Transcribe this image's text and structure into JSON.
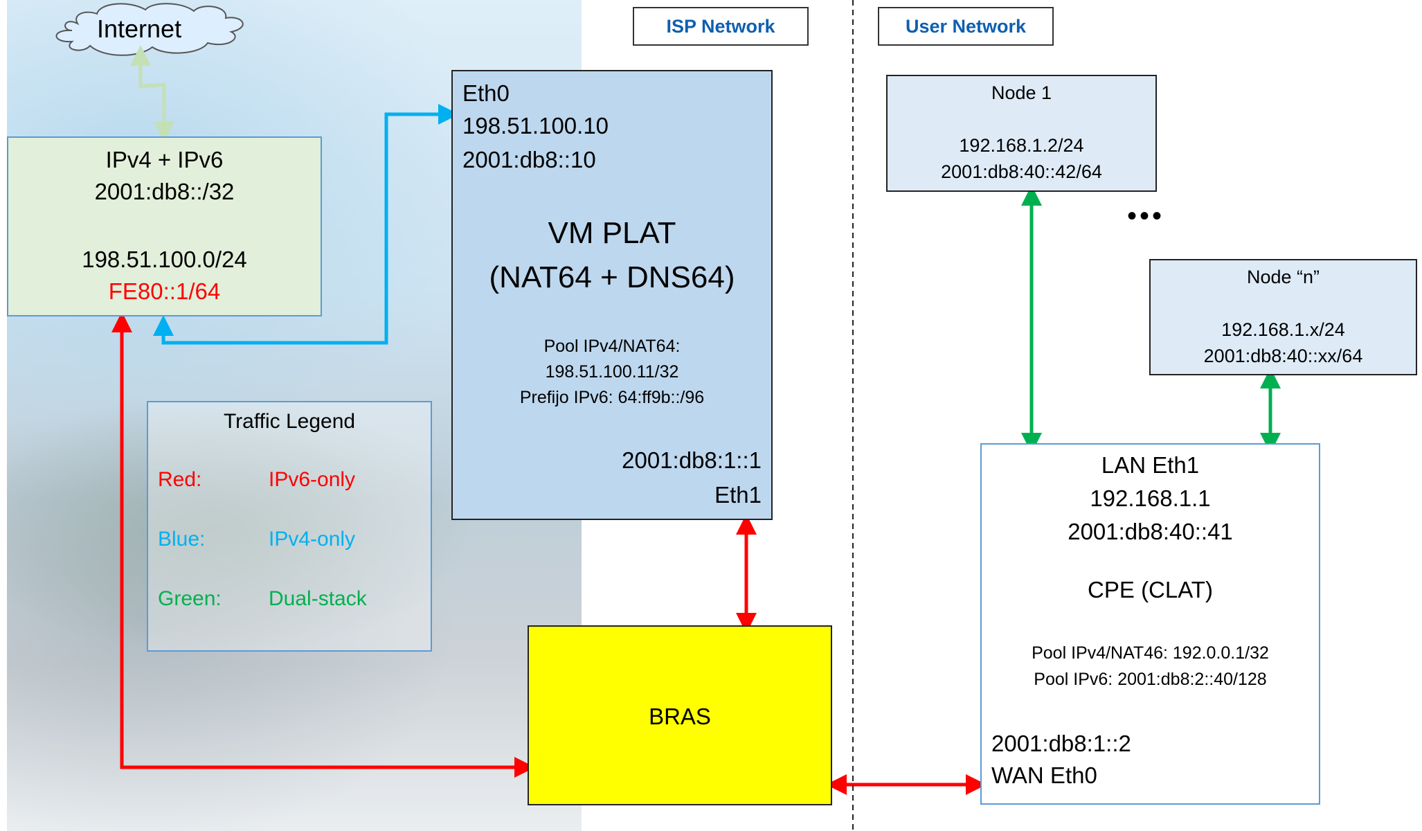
{
  "cloud": {
    "label": "Internet"
  },
  "headers": {
    "isp": "ISP Network",
    "user": "User Network"
  },
  "isp_router": {
    "line1": "IPv4 + IPv6",
    "line2": "2001:db8::/32",
    "line3": "198.51.100.0/24",
    "line4": "FE80::1/64"
  },
  "plat": {
    "eth0": "Eth0",
    "ipv4": "198.51.100.10",
    "ipv6": "2001:db8::10",
    "title1": "VM PLAT",
    "title2": "(NAT64 + DNS64)",
    "pool1": "Pool IPv4/NAT64:",
    "pool2": "198.51.100.11/32",
    "pool3": "Prefijo IPv6: 64:ff9b::/96",
    "eth1_addr": "2001:db8:1::1",
    "eth1": "Eth1"
  },
  "legend": {
    "title": "Traffic Legend",
    "entries": [
      {
        "key": "Red:",
        "value": "IPv6-only",
        "color": "#ff0000"
      },
      {
        "key": "Blue:",
        "value": "IPv4-only",
        "color": "#00b0f0"
      },
      {
        "key": "Green:",
        "value": "Dual-stack",
        "color": "#00b050"
      }
    ]
  },
  "bras": {
    "label": "BRAS"
  },
  "node1": {
    "name": "Node 1",
    "ipv4": "192.168.1.2/24",
    "ipv6": "2001:db8:40::42/64"
  },
  "ellipsis": "•••",
  "noden": {
    "name": "Node “n”",
    "ipv4": "192.168.1.x/24",
    "ipv6": "2001:db8:40::xx/64"
  },
  "cpe": {
    "lan": "LAN Eth1",
    "ipv4": "192.168.1.1",
    "ipv6": "2001:db8:40::41",
    "title": "CPE (CLAT)",
    "pool1": "Pool IPv4/NAT46: 192.0.0.1/32",
    "pool2": "Pool IPv6: 2001:db8:2::40/128",
    "wan_addr": "2001:db8:1::2",
    "wan": "WAN Eth0"
  },
  "colors": {
    "ipv6_only": "#ff0000",
    "ipv4_only": "#00b0f0",
    "dual_stack": "#00b050",
    "uplink": "#c5e0b4",
    "bras_fill": "#ffff00",
    "plat_fill": "#bdd7ee",
    "isp_fill": "#e2efda",
    "node_fill": "#deebf7"
  }
}
